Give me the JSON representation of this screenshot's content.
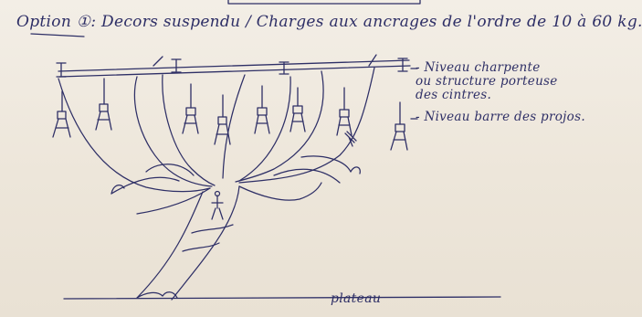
{
  "title": "Option ①: Decors suspendu / Charges aux ancrages de l'ordre de 10 à 60 kg.",
  "labels": {
    "niveau_charpente": [
      "- Niveau charpente",
      "ou structure porteuse",
      "des cintres."
    ],
    "niveau_barre": "- Niveau barre des projos.",
    "plateau": "plateau"
  },
  "colors": {
    "ink": "#2e2f66",
    "paper": "#efe9df"
  }
}
